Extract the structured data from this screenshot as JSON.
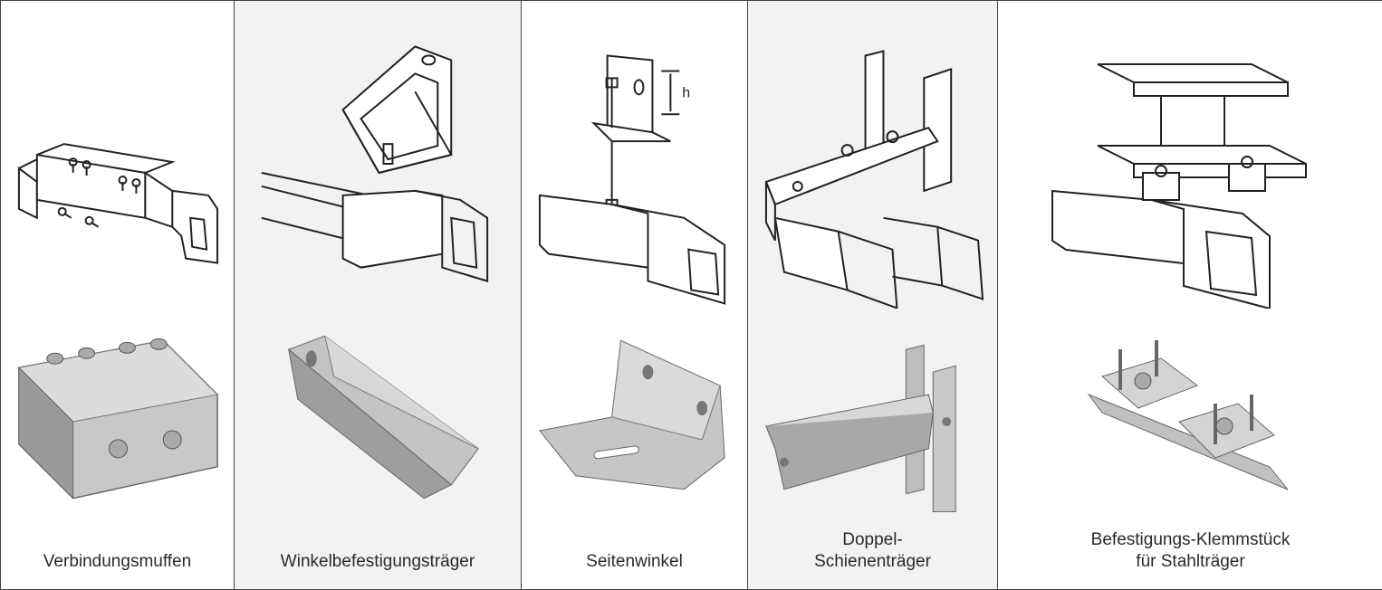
{
  "columns": [
    {
      "caption_lines": [
        "Verbindungsmuffen"
      ],
      "drawing_icon": "rail-connector-sleeve-drawing",
      "photo_icon": "connector-sleeve-photo"
    },
    {
      "caption_lines": [
        "Winkelbefestigungsträger"
      ],
      "drawing_icon": "angle-mounting-bracket-drawing",
      "photo_icon": "angle-bracket-photo"
    },
    {
      "caption_lines": [
        "Seitenwinkel"
      ],
      "drawing_icon": "side-angle-drawing",
      "drawing_label": "h",
      "photo_icon": "side-angle-photo"
    },
    {
      "caption_lines": [
        "Doppel-",
        "Schienenträger"
      ],
      "drawing_icon": "double-rail-bracket-drawing",
      "photo_icon": "double-rail-bracket-photo"
    },
    {
      "caption_lines": [
        "Befestigungs-Klemmstück",
        "für Stahlträger"
      ],
      "drawing_icon": "steel-beam-clamp-drawing",
      "photo_icon": "beam-clamp-photo"
    }
  ],
  "colors": {
    "border": "#444444",
    "shade": "#f2f2f2",
    "metal": "#b8b8b8",
    "metal_dark": "#6e6e6e",
    "metal_light": "#e4e4e4"
  }
}
